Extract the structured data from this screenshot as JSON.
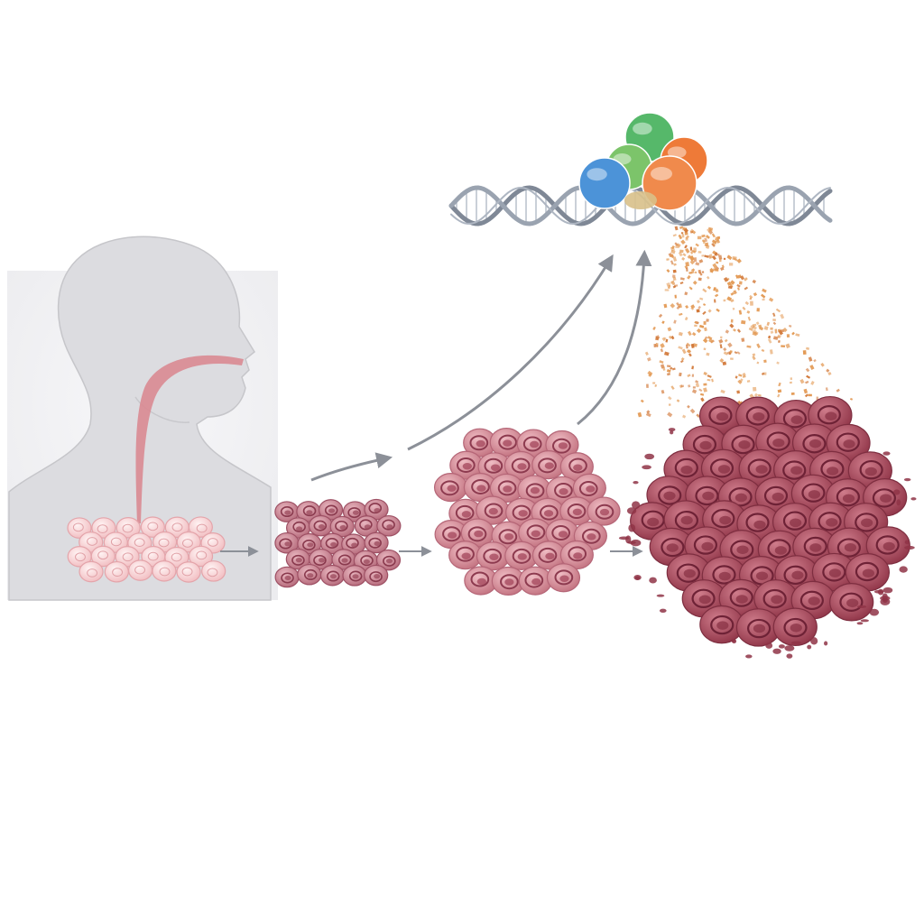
{
  "colors": {
    "background": "#ffffff",
    "silhouette": "#dedee2",
    "silhouette_outline": "#c8c8cc",
    "panel": "#f3f3f5",
    "esophagus": "#d88e94",
    "normal_cell": "#f6d2d4",
    "normal_cell_outline": "#e2a3a8",
    "early_cell": "#c77e8b",
    "mid_cell": "#d18a95",
    "late_cell": "#a8485a",
    "nucleus": "#8a3346",
    "arrow": "#8c9098",
    "dna": "#8f98a6",
    "particles": "#e39a55"
  },
  "stages": [
    {
      "name": "normal-tissue",
      "level": 0
    },
    {
      "name": "early-lesion",
      "level": 1
    },
    {
      "name": "intermediate-growth",
      "level": 2
    },
    {
      "name": "advanced-tumor",
      "level": 3
    }
  ],
  "protein_complex": [
    {
      "name": "green-subunit",
      "color": "#56b86a"
    },
    {
      "name": "lightgreen-subunit",
      "color": "#7cc46a"
    },
    {
      "name": "orange-subunit",
      "color": "#ee7a38"
    },
    {
      "name": "blue-subunit",
      "color": "#4c93d8"
    },
    {
      "name": "orange2-subunit",
      "color": "#f08a4c"
    }
  ],
  "icons": [
    "human-head-silhouette-icon",
    "dna-helix-icon",
    "protein-complex-icon",
    "arrow-icon"
  ]
}
